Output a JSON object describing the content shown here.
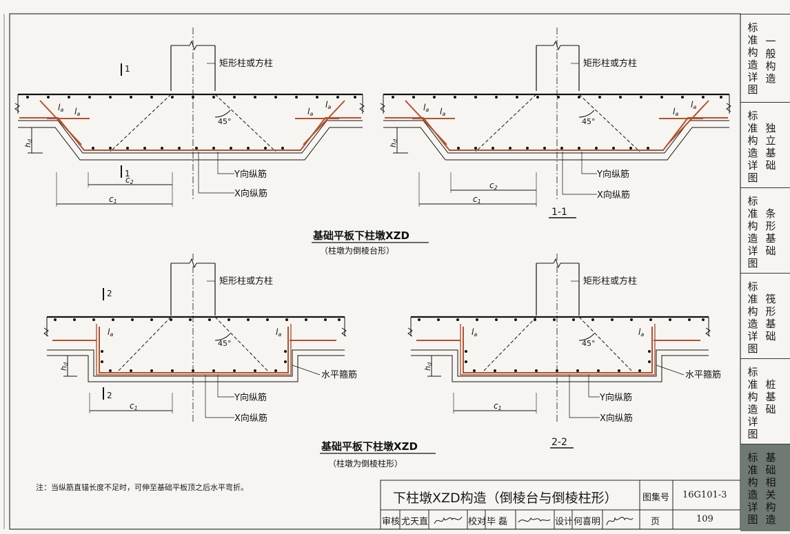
{
  "labels": {
    "column_left": "矩形柱或方柱",
    "column_right": "矩形柱或方柱",
    "column_left2": "矩形柱或方柱",
    "column_right2": "矩形柱或方柱",
    "y_bar": "Y向纵筋",
    "x_bar": "X向纵筋",
    "stirrup": "水平箍筋",
    "angle": "45°",
    "la": "l",
    "la_sub": "a",
    "hd": "h",
    "hd_sub": "d",
    "c1": "c",
    "c1_sub": "1",
    "c2": "c",
    "c2_sub": "2",
    "cut1": "1",
    "cut2": "2",
    "section1": "1-1",
    "section2": "2-2"
  },
  "titles": {
    "top_main": "基础平板下柱墩XZD",
    "top_sub": "（柱墩为倒棱台形）",
    "bottom_main": "基础平板下柱墩XZD",
    "bottom_sub": "（柱墩为倒棱柱形）"
  },
  "note": "注：当纵筋直锚长度不足时，可伸至基础平板顶之后水平弯折。",
  "title_block": {
    "drawing_title": "下柱墩XZD构造（倒棱台与倒棱柱形）",
    "atlas_label": "图集号",
    "atlas_no": "16G101-3",
    "review_label": "审核",
    "review_name": "尤天直",
    "check_label": "校对",
    "check_name": "毕 磊",
    "design_label": "设计",
    "design_name": "何喜明",
    "page_label": "页",
    "page_no": "109"
  },
  "sidebar": [
    {
      "c1": "标准构造详图",
      "c2": "一般构造",
      "active": false
    },
    {
      "c1": "标准构造详图",
      "c2": "独立基础",
      "active": false
    },
    {
      "c1": "标准构造详图",
      "c2": "条形基础",
      "active": false
    },
    {
      "c1": "标准构造详图",
      "c2": "筏形基础",
      "active": false
    },
    {
      "c1": "标准构造详图",
      "c2": "桩基础",
      "active": false
    },
    {
      "c1": "标准构造详图",
      "c2": "基础相关构造",
      "active": true
    }
  ],
  "colors": {
    "rebar": "#b5502e",
    "line": "#1a1a1a",
    "dot": "#111111"
  }
}
